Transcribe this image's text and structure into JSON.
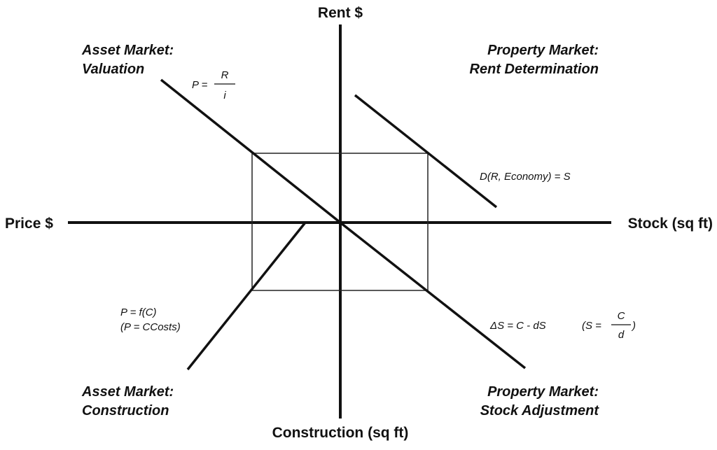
{
  "axes": {
    "top": "Rent $",
    "left": "Price $",
    "right": "Stock (sq ft)",
    "bottom": "Construction (sq ft)"
  },
  "quadrants": {
    "top_left": {
      "line1": "Asset Market:",
      "line2": "Valuation"
    },
    "top_right": {
      "line1": "Property Market:",
      "line2": "Rent Determination"
    },
    "bottom_left": {
      "line1": "Asset Market:",
      "line2": "Construction"
    },
    "bottom_right": {
      "line1": "Property Market:",
      "line2": "Stock Adjustment"
    }
  },
  "equations": {
    "valuation": {
      "lhs": "P =",
      "numerator": "R",
      "denominator": "i"
    },
    "demand": "D(R, Economy)  = S",
    "construction": {
      "line1": "P = f(C)",
      "line2": "(P = CCosts)"
    },
    "stock_adjustment": {
      "main": "ΔS = C - dS",
      "paren_open": "(S =",
      "numerator": "C",
      "denominator": "d",
      "paren_close": ")"
    }
  },
  "colors": {
    "ink": "#111111",
    "background": "#ffffff"
  }
}
